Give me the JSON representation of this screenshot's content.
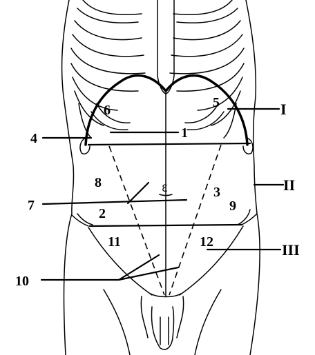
{
  "labels": {
    "l1": "1",
    "l2": "2",
    "l3": "3",
    "l4": "4",
    "l5": "5",
    "l6": "6",
    "l7": "7",
    "l8": "8",
    "l9": "9",
    "l10": "10",
    "l11": "11",
    "l12": "12",
    "lI": "I",
    "lII": "II",
    "lIII": "III"
  },
  "umbilicus_glyph": "Ɛ",
  "colors": {
    "line": "#000000",
    "background": "#ffffff"
  }
}
